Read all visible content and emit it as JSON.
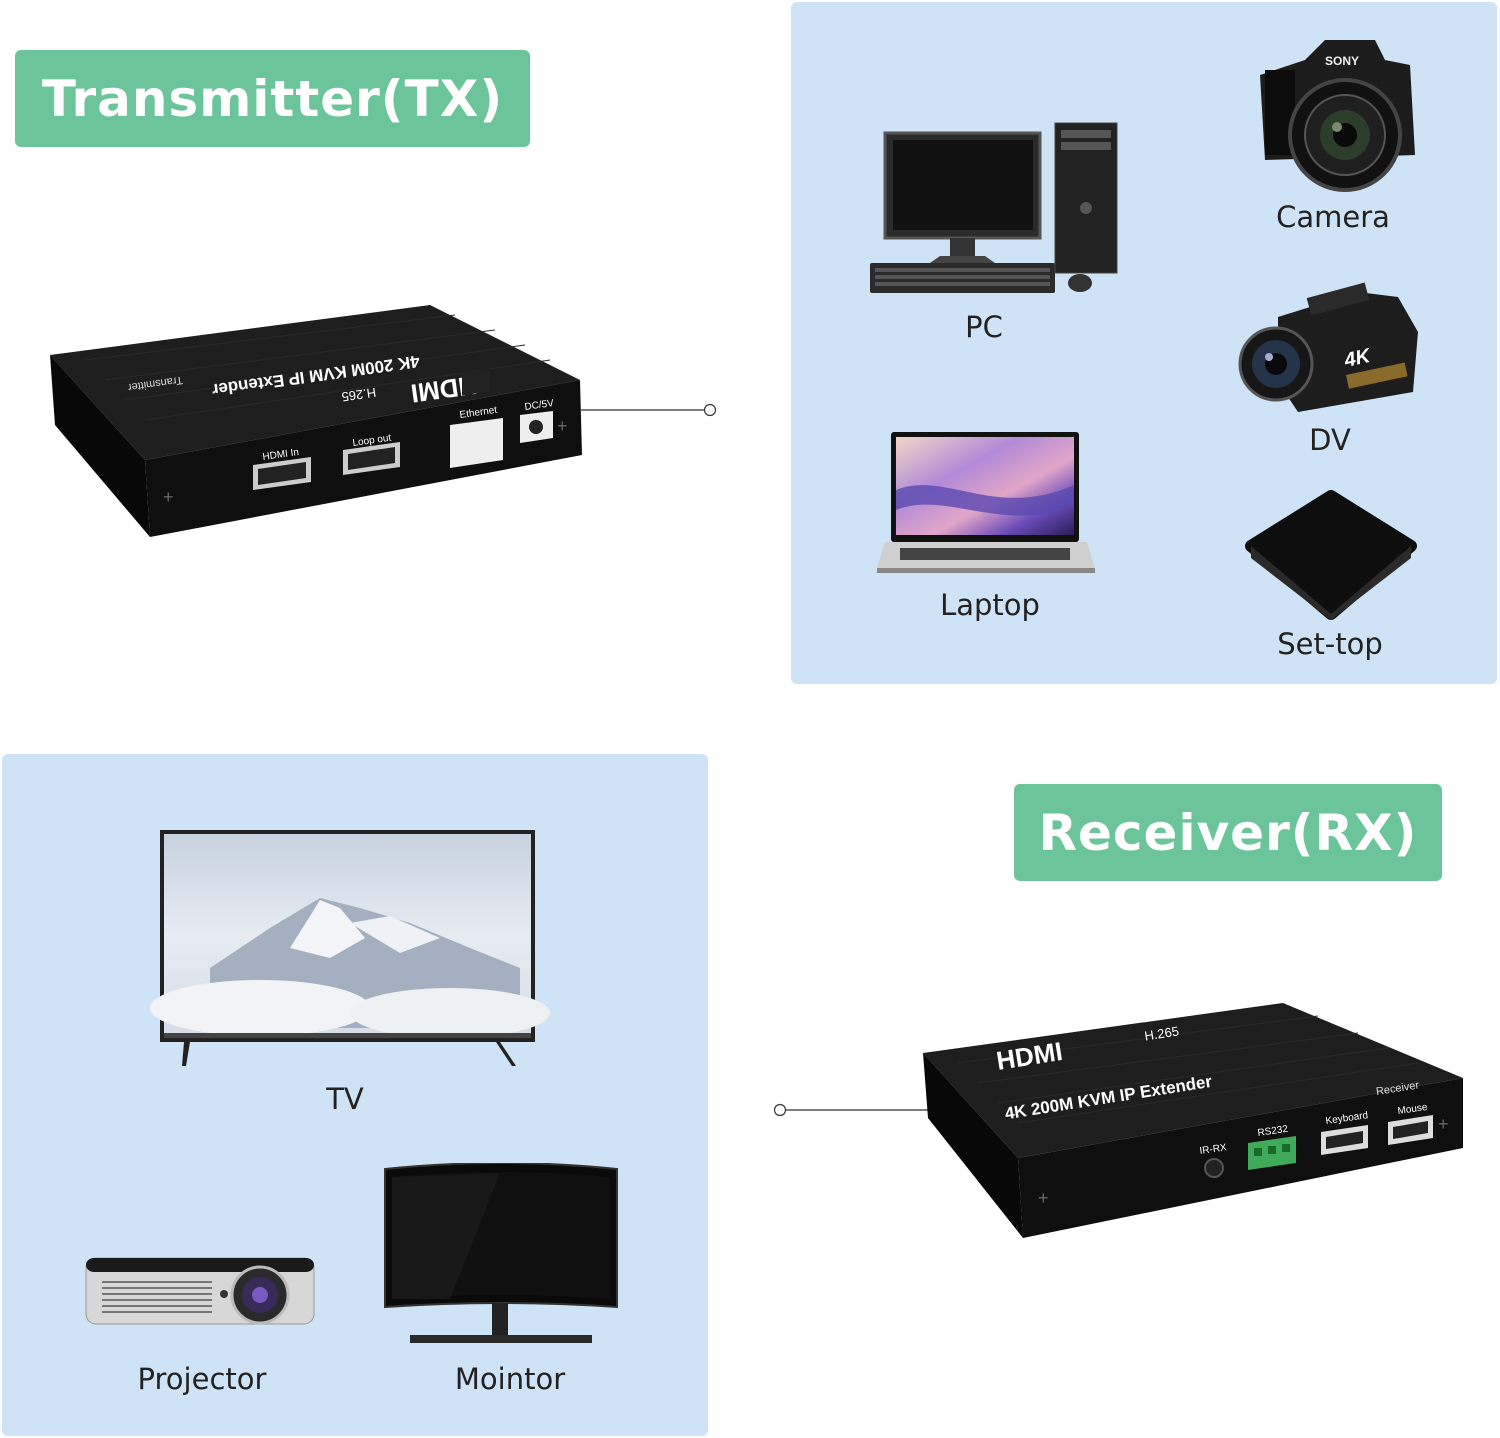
{
  "transmitter": {
    "title": "Transmitter(TX)",
    "device": {
      "model_text": "4K 200M KVM IP Extender",
      "codec": "H.265",
      "brand": "HDMI",
      "side_label": "Transmitter",
      "ports": [
        "HDMI In",
        "Loop out",
        "Ethernet",
        "DC/5V"
      ]
    }
  },
  "sources": {
    "items": [
      {
        "label": "PC",
        "icon": "desktop-pc-icon"
      },
      {
        "label": "Camera",
        "icon": "dslr-camera-icon",
        "brand": "SONY"
      },
      {
        "label": "DV",
        "icon": "camcorder-icon",
        "badge": "4K"
      },
      {
        "label": "Laptop",
        "icon": "laptop-icon"
      },
      {
        "label": "Set-top",
        "icon": "set-top-box-icon"
      }
    ]
  },
  "displays": {
    "items": [
      {
        "label": "TV",
        "icon": "tv-icon"
      },
      {
        "label": "Projector",
        "icon": "projector-icon"
      },
      {
        "label": "Mointor",
        "icon": "curved-monitor-icon"
      }
    ]
  },
  "receiver": {
    "title": "Receiver(RX)",
    "device": {
      "model_text": "4K 200M KVM IP Extender",
      "codec": "H.265",
      "brand": "HDMI",
      "side_label": "Receiver",
      "ports": [
        "IR-RX",
        "RS232",
        "Keyboard",
        "Mouse"
      ]
    }
  },
  "colors": {
    "badge_green": "#6cc49b",
    "panel_blue": "#cfe3f6",
    "device_black": "#151515"
  }
}
